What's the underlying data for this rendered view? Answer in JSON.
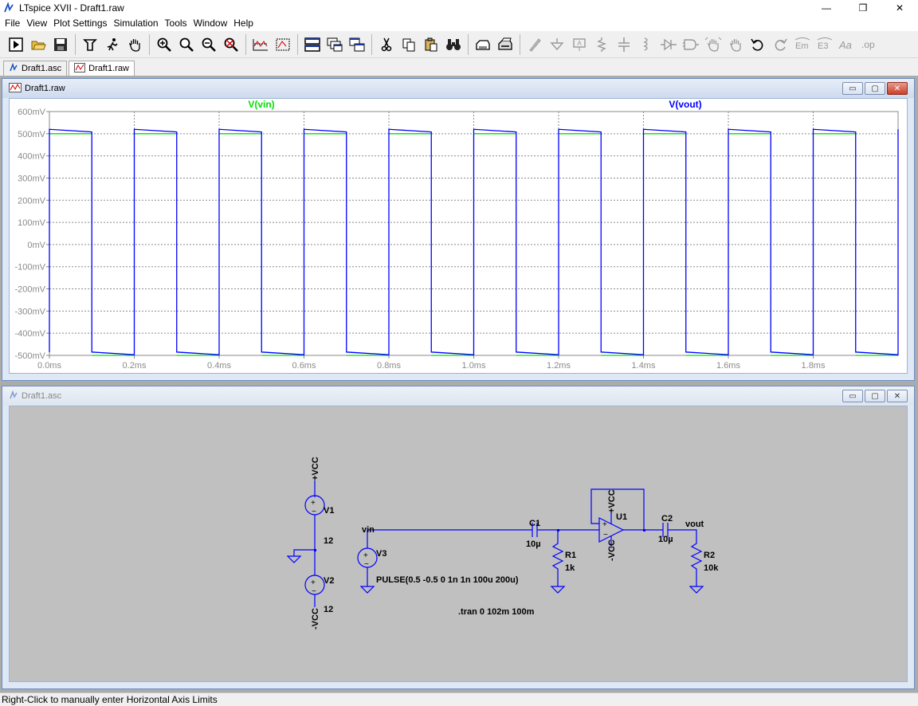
{
  "window": {
    "title": "LTspice XVII - Draft1.raw",
    "minimize": "—",
    "restore": "❐",
    "close": "✕"
  },
  "menu": [
    "File",
    "View",
    "Plot Settings",
    "Simulation",
    "Tools",
    "Window",
    "Help"
  ],
  "toolbar": {
    "icons": [
      "run-icon",
      "open-icon",
      "save-icon",
      "control-panel-icon",
      "run-dc-icon",
      "pan-hand-icon",
      "zoom-in-icon",
      "zoom-area-icon",
      "zoom-out-icon",
      "zoom-fit-icon",
      "autorange-icon",
      "mark-icon",
      "tile-horizontal-icon",
      "cascade-icon",
      "tile-vertical-icon",
      "cut-icon",
      "copy-icon",
      "paste-icon",
      "find-icon",
      "print-setup-icon",
      "print-icon",
      "wire-icon",
      "ground-icon",
      "label-icon",
      "resistor-icon",
      "capacitor-icon",
      "inductor-icon",
      "diode-icon",
      "component-icon",
      "move-icon",
      "drag-icon",
      "undo-icon",
      "redo-icon",
      "rotate-icon",
      "mirror-icon",
      "text-icon",
      "spice-directive-icon"
    ]
  },
  "tabs": [
    {
      "label": "Draft1.asc",
      "icon": "schematic-icon",
      "active": false
    },
    {
      "label": "Draft1.raw",
      "icon": "waveform-icon",
      "active": true
    }
  ],
  "plot_window": {
    "title": "Draft1.raw",
    "min": "▭",
    "max": "▢",
    "close": "✕"
  },
  "schematic_window": {
    "title": "Draft1.asc",
    "min": "▭",
    "max": "▢",
    "close": "✕"
  },
  "chart_data": {
    "type": "line",
    "series": [
      {
        "name": "V(vin)",
        "color": "#00e000",
        "high": 0.5,
        "low": -0.5
      },
      {
        "name": "V(vout)",
        "color": "#0000ff",
        "high_start": 0.52,
        "high_end": 0.508,
        "low_start": -0.485,
        "low_end": -0.497
      }
    ],
    "period_ms": 0.2,
    "high_time_ms": 0.1,
    "first_high_start_ms": 0.1,
    "xlim": [
      0,
      2.0
    ],
    "ylim": [
      -0.5,
      0.6
    ],
    "xticks": [
      "0.0ms",
      "0.2ms",
      "0.4ms",
      "0.6ms",
      "0.8ms",
      "1.0ms",
      "1.2ms",
      "1.4ms",
      "1.6ms",
      "1.8ms"
    ],
    "xtick_values": [
      0,
      0.2,
      0.4,
      0.6,
      0.8,
      1.0,
      1.2,
      1.4,
      1.6,
      1.8
    ],
    "yticks": [
      "600mV",
      "500mV",
      "400mV",
      "300mV",
      "200mV",
      "100mV",
      "0mV",
      "-100mV",
      "-200mV",
      "-300mV",
      "-400mV",
      "-500mV"
    ],
    "ytick_values": [
      0.6,
      0.5,
      0.4,
      0.3,
      0.2,
      0.1,
      0,
      -0.1,
      -0.2,
      -0.3,
      -0.4,
      -0.5
    ],
    "grid": true
  },
  "schematic": {
    "labels": {
      "vcc_top": "+VCC",
      "v1": "V1",
      "v1_val": "12",
      "v2": "V2",
      "v2_val": "12",
      "vcc_bottom": "-VCC",
      "vin": "vin",
      "v3": "V3",
      "pulse": "PULSE(0.5 -0.5 0 1n 1n 100u 200u)",
      "c1": "C1",
      "c1_val": "10µ",
      "r1": "R1",
      "r1_val": "1k",
      "u1": "U1",
      "u1_pos": "+VCC",
      "u1_neg": "-VCC",
      "c2": "C2",
      "c2_val": "10µ",
      "vout": "vout",
      "r2": "R2",
      "r2_val": "10k",
      "tran": ".tran 0 102m 100m"
    }
  },
  "status": "Right-Click to manually enter Horizontal Axis Limits"
}
